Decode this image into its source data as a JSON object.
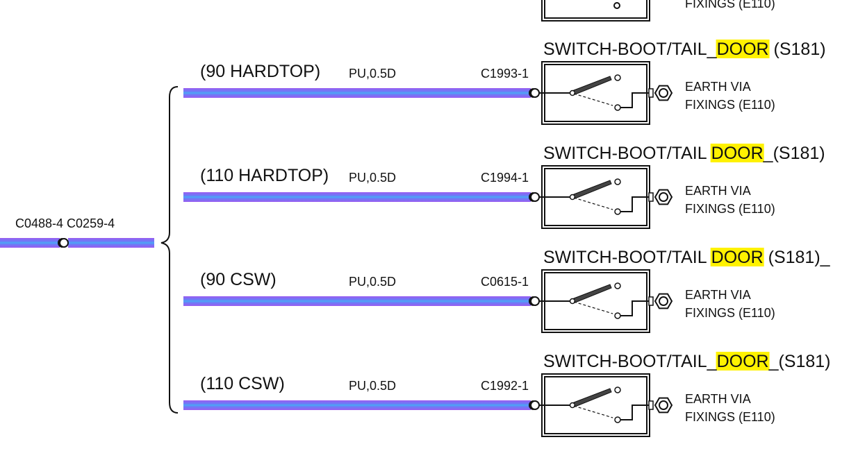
{
  "diagram": {
    "source": {
      "connector_label": "C0488-4 C0259-4"
    },
    "branches": [
      {
        "variant": "(90 HARDTOP)",
        "wire": "PU,0.5D",
        "connector": "C1993-1",
        "title_prefix": "SWITCH-BOOT/TAIL_",
        "title_highlight": "DOOR",
        "title_suffix": " (S181)",
        "earth_line1": "EARTH VIA",
        "earth_line2": "FIXINGS (E110)"
      },
      {
        "variant": "(110 HARDTOP)",
        "wire": "PU,0.5D",
        "connector": "C1994-1",
        "title_prefix": "SWITCH-BOOT/TAIL ",
        "title_highlight": "DOOR",
        "title_suffix": "_(S181)",
        "earth_line1": "EARTH VIA",
        "earth_line2": "FIXINGS (E110)"
      },
      {
        "variant": "(90 CSW)",
        "wire": "PU,0.5D",
        "connector": "C0615-1",
        "title_prefix": "SWITCH-BOOT/TAIL ",
        "title_highlight": "DOOR",
        "title_suffix": " (S181)_",
        "earth_line1": "EARTH VIA",
        "earth_line2": "FIXINGS (E110)"
      },
      {
        "variant": "(110 CSW)",
        "wire": "PU,0.5D",
        "connector": "C1992-1",
        "title_prefix": "SWITCH-BOOT/TAIL_",
        "title_highlight": "DOOR",
        "title_suffix": "_(S181)",
        "earth_line1": "EARTH VIA",
        "earth_line2": "FIXINGS (E110)"
      }
    ],
    "top_partial": {
      "earth_line2": "FIXINGS (E110)"
    },
    "colors": {
      "wire_purple": "#9b5cf0",
      "wire_blue": "#4f7cf2",
      "highlight": "#fff200",
      "ink": "#111111"
    }
  }
}
